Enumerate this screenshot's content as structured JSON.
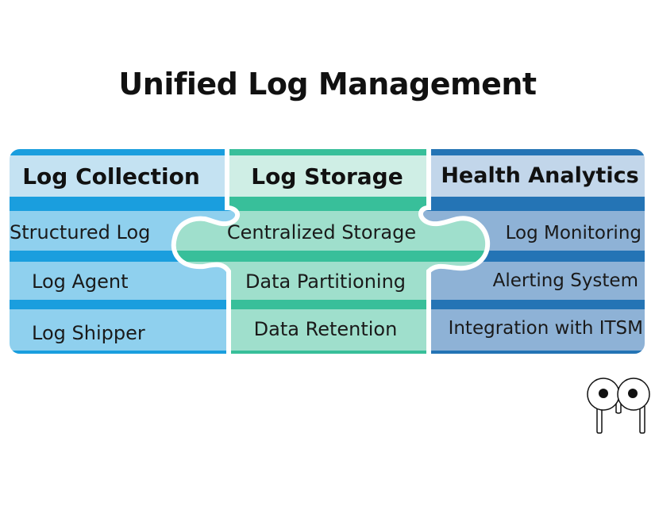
{
  "title": "Unified Log Management",
  "colors": {
    "collection_dark": "#1a9ede",
    "collection_header": "#c4e2f2",
    "collection_row": "#8fd0ee",
    "storage_dark": "#38bf9a",
    "storage_header": "#cfeee5",
    "storage_row": "#9fdfcc",
    "analytics_dark": "#2474b5",
    "analytics_header": "#c2d6ea",
    "analytics_row": "#8eb2d6"
  },
  "columns": [
    {
      "header": "Log Collection",
      "items": [
        "Structured Log",
        "Log Agent",
        "Log Shipper"
      ]
    },
    {
      "header": "Log Storage",
      "items": [
        "Centralized Storage",
        "Data Partitioning",
        "Data Retention"
      ]
    },
    {
      "header": "Health Analytics",
      "items": [
        "Log Monitoring",
        "Alerting System",
        "Integration with ITSM"
      ]
    }
  ],
  "logo": {
    "icon": "eyes-mascot-icon"
  }
}
